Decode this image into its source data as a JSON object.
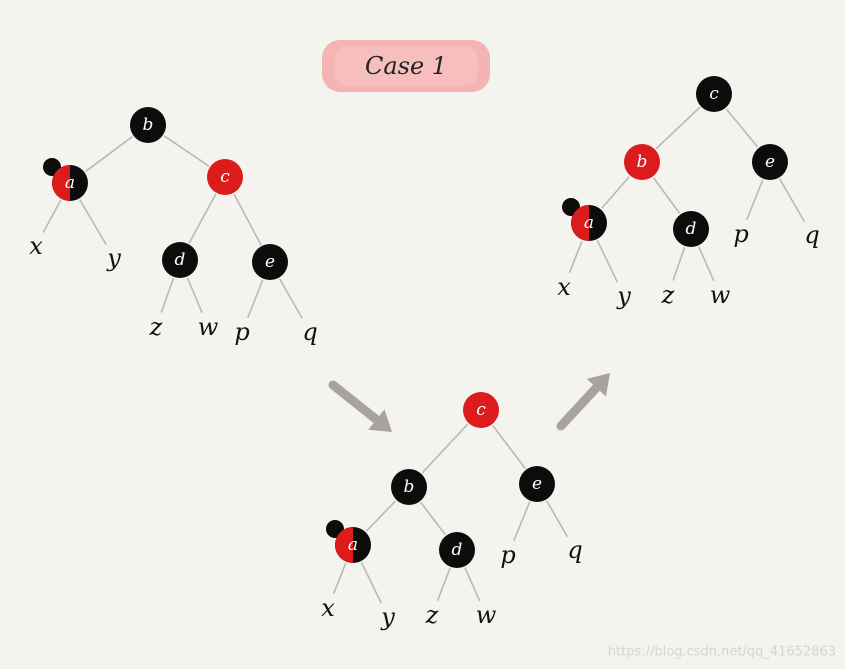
{
  "title": "Case 1",
  "watermark": "https://blog.csdn.net/qq_41652863",
  "colors": {
    "background": "#f4f3ee",
    "black_node": "#0c0c0c",
    "red_node": "#dc1c1c",
    "edge": "#b9b9b6",
    "arrow": "#a6a49d",
    "title_badge": "#f2a8a8"
  },
  "trees": [
    {
      "id": "before",
      "nodes": [
        {
          "id": "b",
          "label": "b",
          "color": "black"
        },
        {
          "id": "a",
          "label": "a",
          "color": "red-black",
          "extra_black": true
        },
        {
          "id": "c",
          "label": "c",
          "color": "red"
        },
        {
          "id": "d",
          "label": "d",
          "color": "black"
        },
        {
          "id": "e",
          "label": "e",
          "color": "black"
        }
      ],
      "leaves": [
        {
          "id": "x",
          "label": "x"
        },
        {
          "id": "y",
          "label": "y"
        },
        {
          "id": "z",
          "label": "z"
        },
        {
          "id": "w",
          "label": "w"
        },
        {
          "id": "p",
          "label": "p"
        },
        {
          "id": "q",
          "label": "q"
        }
      ],
      "edges": [
        [
          "b",
          "a"
        ],
        [
          "b",
          "c"
        ],
        [
          "a",
          "x"
        ],
        [
          "a",
          "y"
        ],
        [
          "c",
          "d"
        ],
        [
          "c",
          "e"
        ],
        [
          "d",
          "z"
        ],
        [
          "d",
          "w"
        ],
        [
          "e",
          "p"
        ],
        [
          "e",
          "q"
        ]
      ]
    },
    {
      "id": "middle",
      "nodes": [
        {
          "id": "c",
          "label": "c",
          "color": "red"
        },
        {
          "id": "b",
          "label": "b",
          "color": "black"
        },
        {
          "id": "e",
          "label": "e",
          "color": "black"
        },
        {
          "id": "a",
          "label": "a",
          "color": "red-black",
          "extra_black": true
        },
        {
          "id": "d",
          "label": "d",
          "color": "black"
        }
      ],
      "leaves": [
        {
          "id": "x",
          "label": "x"
        },
        {
          "id": "y",
          "label": "y"
        },
        {
          "id": "z",
          "label": "z"
        },
        {
          "id": "w",
          "label": "w"
        },
        {
          "id": "p",
          "label": "p"
        },
        {
          "id": "q",
          "label": "q"
        }
      ],
      "edges": [
        [
          "c",
          "b"
        ],
        [
          "c",
          "e"
        ],
        [
          "b",
          "a"
        ],
        [
          "b",
          "d"
        ],
        [
          "a",
          "x"
        ],
        [
          "a",
          "y"
        ],
        [
          "d",
          "z"
        ],
        [
          "d",
          "w"
        ],
        [
          "e",
          "p"
        ],
        [
          "e",
          "q"
        ]
      ]
    },
    {
      "id": "after",
      "nodes": [
        {
          "id": "c",
          "label": "c",
          "color": "black"
        },
        {
          "id": "b",
          "label": "b",
          "color": "red"
        },
        {
          "id": "e",
          "label": "e",
          "color": "black"
        },
        {
          "id": "a",
          "label": "a",
          "color": "red-black",
          "extra_black": true
        },
        {
          "id": "d",
          "label": "d",
          "color": "black"
        }
      ],
      "leaves": [
        {
          "id": "x",
          "label": "x"
        },
        {
          "id": "y",
          "label": "y"
        },
        {
          "id": "z",
          "label": "z"
        },
        {
          "id": "w",
          "label": "w"
        },
        {
          "id": "p",
          "label": "p"
        },
        {
          "id": "q",
          "label": "q"
        }
      ],
      "edges": [
        [
          "c",
          "b"
        ],
        [
          "c",
          "e"
        ],
        [
          "b",
          "a"
        ],
        [
          "b",
          "d"
        ],
        [
          "a",
          "x"
        ],
        [
          "a",
          "y"
        ],
        [
          "d",
          "z"
        ],
        [
          "d",
          "w"
        ],
        [
          "e",
          "p"
        ],
        [
          "e",
          "q"
        ]
      ]
    }
  ],
  "arrows": [
    {
      "id": "before-to-middle"
    },
    {
      "id": "middle-to-after"
    }
  ]
}
